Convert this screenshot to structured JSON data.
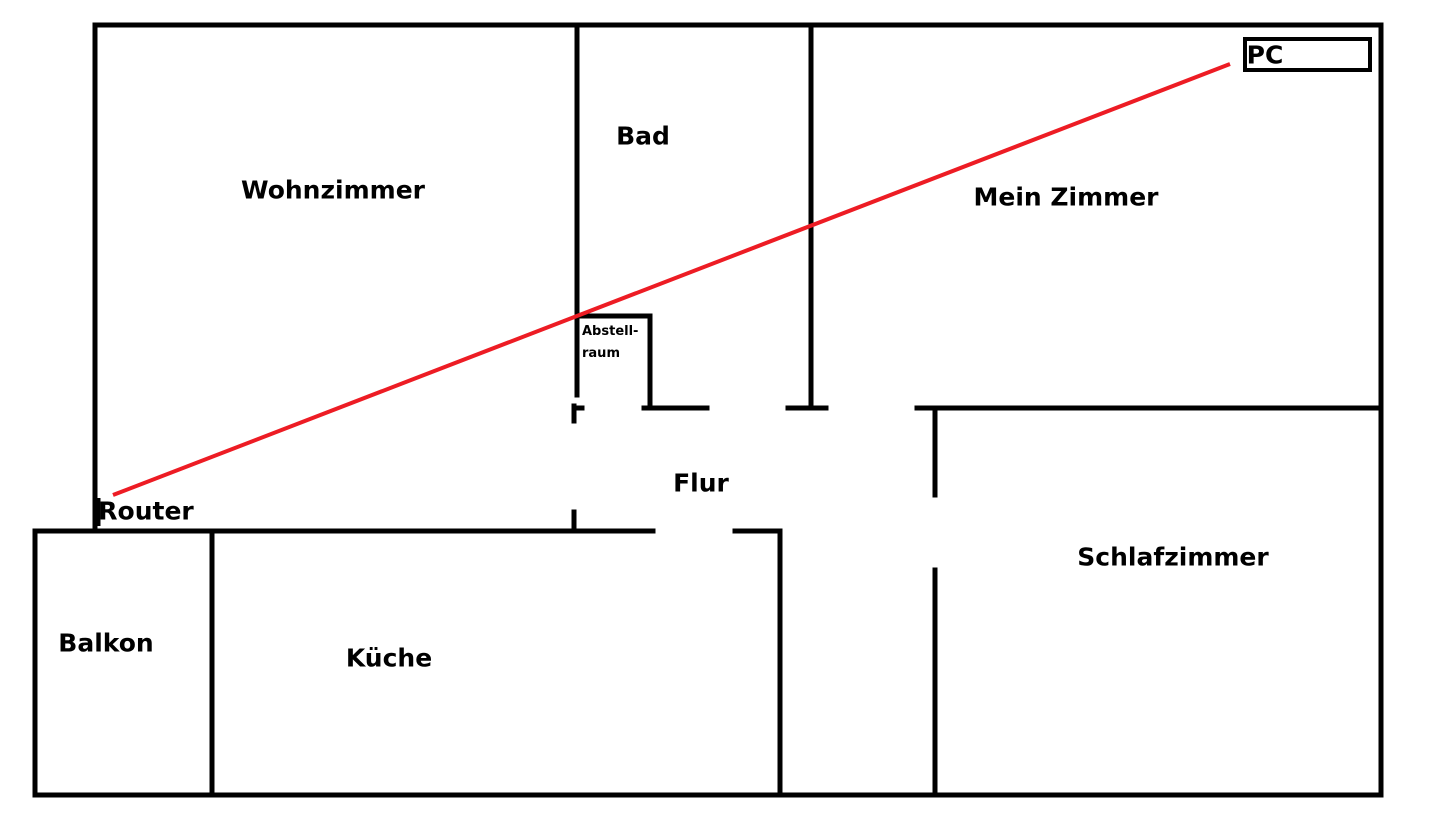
{
  "title": "Wohnungsgrundriss",
  "rooms": {
    "wohnzimmer": "Wohnzimmer",
    "bad": "Bad",
    "mein_zimmer": "Mein Zimmer",
    "abstellraum_line1": "Abstell-",
    "abstellraum_line2": "raum",
    "flur": "Flur",
    "balkon": "Balkon",
    "kueche": "Küche",
    "schlafzimmer": "Schlafzimmer"
  },
  "devices": {
    "router": "Router",
    "pc": "PC"
  },
  "colors": {
    "wall": "#000000",
    "cable": "#ed1c24",
    "background": "#ffffff"
  }
}
